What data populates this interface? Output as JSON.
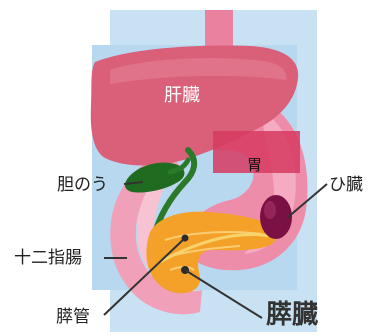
{
  "labels": {
    "liver": "肝臓",
    "stomach": "胃",
    "gallbladder": "胆のう",
    "spleen": "ひ臓",
    "duodenum": "十二指腸",
    "pancreatic_duct": "膵管",
    "pancreas": "膵臓"
  },
  "colors": {
    "highlight_box": "#bcdcf2",
    "liver": "#d96078",
    "stomach": "#ef8fae",
    "stomach_label_box": "#d63a62",
    "gallbladder": "#1f6b1f",
    "spleen": "#7a1044",
    "pancreas": "#f4a12a",
    "duodenum": "#f2a4bd"
  }
}
